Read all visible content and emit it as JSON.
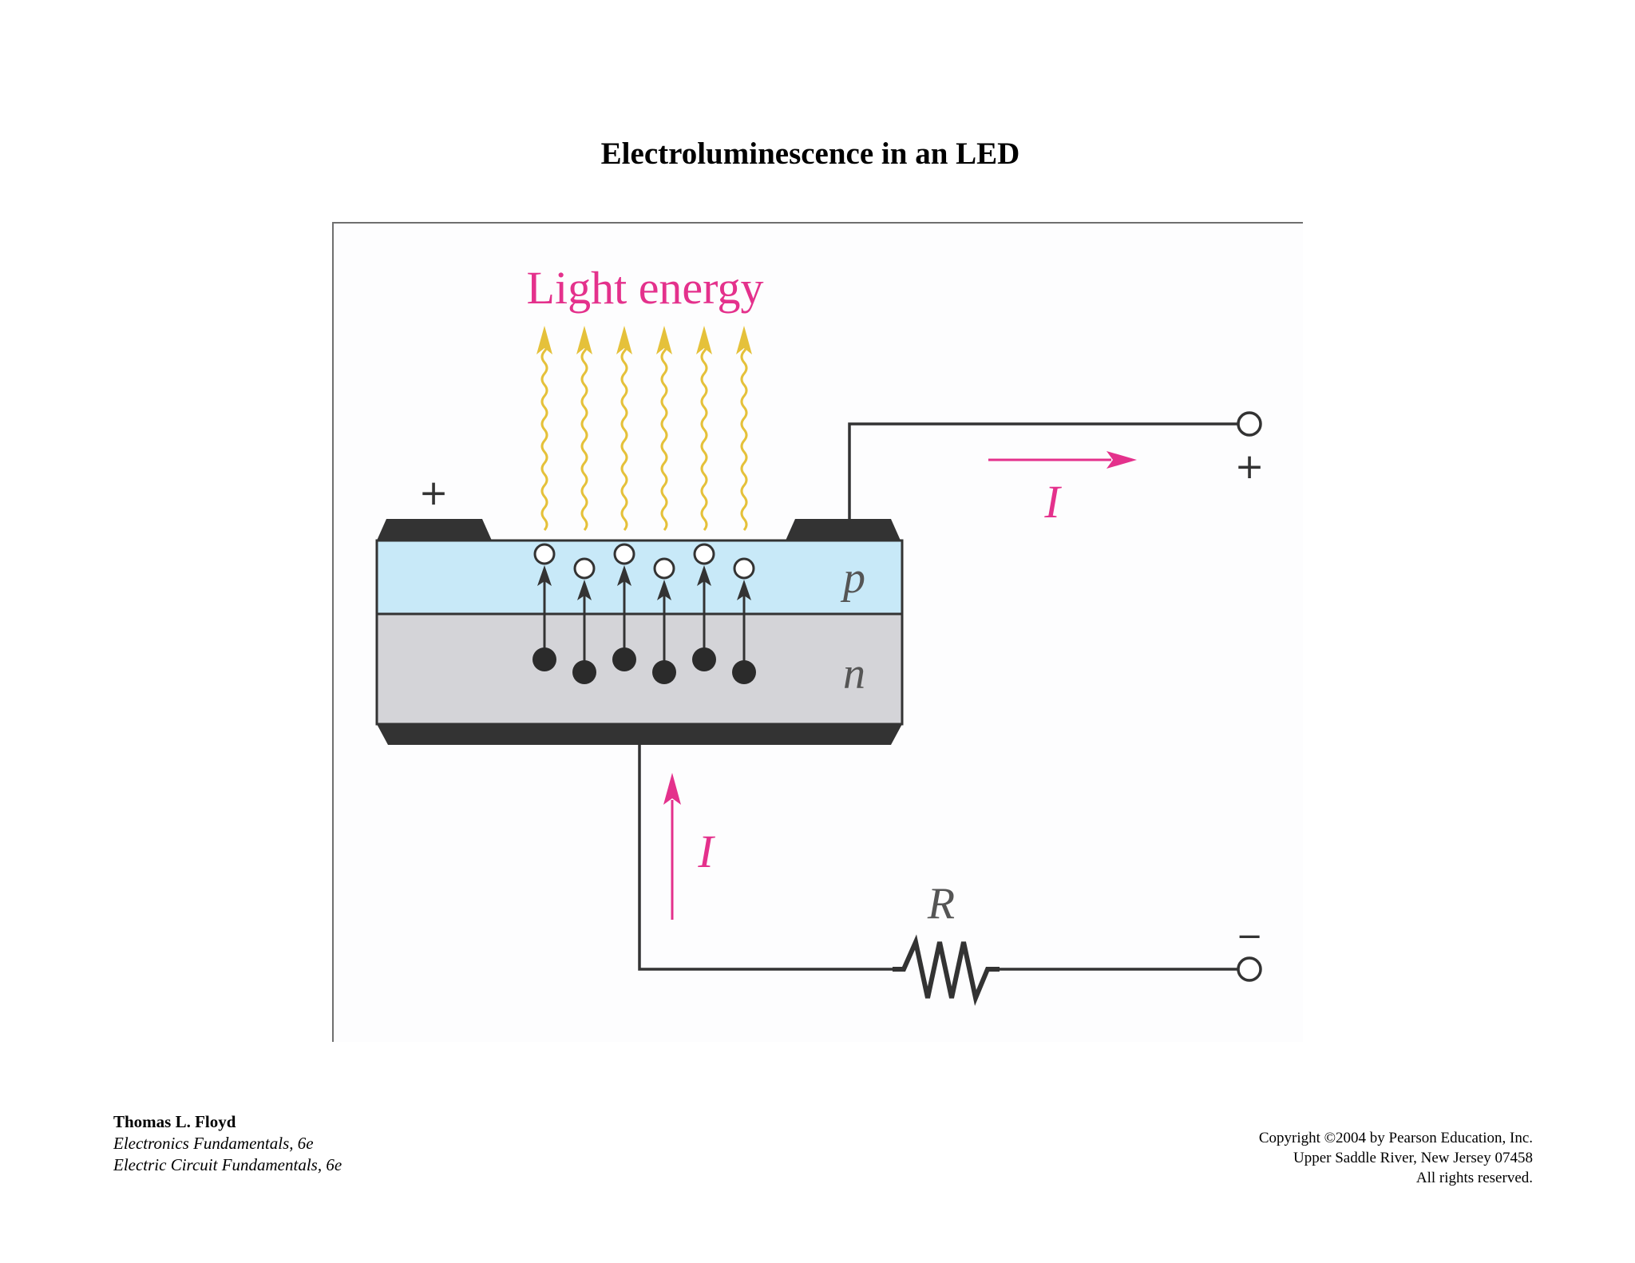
{
  "title": "Electroluminescence in an LED",
  "diagram": {
    "light_label": "Light energy",
    "region_p": "p",
    "region_n": "n",
    "current_label": "I",
    "resistor_label": "R",
    "plus_terminal": "+",
    "minus_terminal": "−",
    "contact_plus": "+",
    "colors": {
      "light": "#e5c13a",
      "label_pink": "#e4318c",
      "p_region": "#c8e9f8",
      "n_region": "#d4d4d8",
      "wire": "#333333"
    },
    "photon_count": 6
  },
  "footer": {
    "author": "Thomas L. Floyd",
    "book1": "Electronics Fundamentals, 6e",
    "book2": "Electric Circuit Fundamentals, 6e",
    "copyright1": "Copyright ©2004 by Pearson Education, Inc.",
    "copyright2": "Upper Saddle River, New Jersey 07458",
    "copyright3": "All rights reserved."
  }
}
